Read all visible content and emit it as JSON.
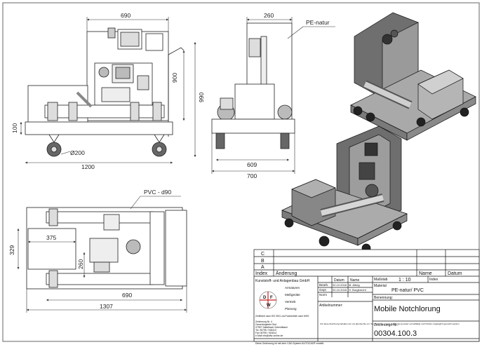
{
  "drawing": {
    "front": {
      "width": "690",
      "height_frame": "900",
      "height_total": "990",
      "base_height": "100",
      "wheel": "Ø200",
      "length": "1200"
    },
    "side": {
      "top_width": "260",
      "bottom_width": "609",
      "overall_width": "700",
      "material_callout": "PE-natur"
    },
    "top": {
      "pipe_callout": "PVC - d90",
      "box_width": "375",
      "depth": "329",
      "inner": "260",
      "inner_width": "690",
      "overall_length": "1307"
    }
  },
  "title_block": {
    "revision_rows": [
      "C",
      "B",
      "A"
    ],
    "revision_header": {
      "index": "Index",
      "change": "Änderung",
      "name": "Name",
      "date": "Datum"
    },
    "company_name": "Kunststoff- und Anlagenbau GmbH",
    "logo_letters": [
      "D",
      "F",
      "W"
    ],
    "services": [
      "Armaturen",
      "Meßgeräte",
      "Vertrieb",
      "Planung"
    ],
    "certification": "Zertifiziert nach ISO 9001 und Fachbetrieb nach WHG",
    "address_lines": [
      "Zeichnung Nr. 4",
      "Gewerbegebiet Süd",
      "07957 Sattelbach Scheidtbach",
      "Tel. 06795 / 918413",
      "Fax 06795 / 918414",
      "e-Mail info@dfw-online.de"
    ],
    "date_header": "Datum",
    "name_header": "Name",
    "rows": [
      {
        "label": "Bearb.",
        "date": "02.10.2018",
        "name": "M. Albrig"
      },
      {
        "label": "Gepr.",
        "date": "02.10.2018",
        "name": "H. Burgbrecht"
      },
      {
        "label": "Norm",
        "date": "",
        "name": ""
      }
    ],
    "scale_label": "Maßstab",
    "scale_value": "1 : 10",
    "index_label": "Index",
    "material_label": "Material",
    "material_value": "PE-natur/ PVC",
    "article_label": "Artikelnummer:",
    "designation_label": "Benennung:",
    "designation_value": "Mobile Notchlorung",
    "drawing_no_label": "Zeichnungs-Nr.:",
    "drawing_no_value": "00304.100.3",
    "copyright": "Für diese Zeichnung behalten wir uns alle Rechte vor. Sie darf ohne unsere Zustimmung weder vervielfältigt noch Dritten zugänglich gemacht werden.",
    "footer": "Diese Zeichnung ist mit dem CAD-System AUTOCAD® erstellt."
  }
}
